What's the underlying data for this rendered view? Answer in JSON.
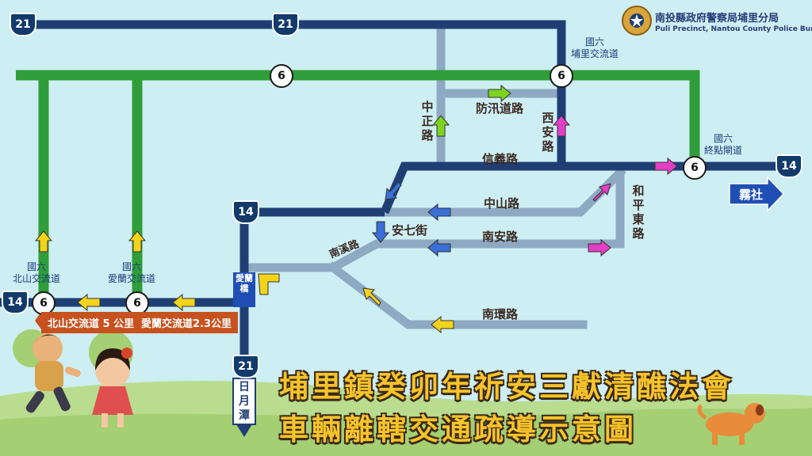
{
  "header": {
    "agency_name": "南投縣政府警察局埔里分局",
    "agency_name_en": "Puli Precinct, Nantou County Police Bureau"
  },
  "title": {
    "line1": "埔里鎮癸卯年祈安三獻清醮法會",
    "line2": "車輛離轄交通疏導示意圖"
  },
  "road_shields": {
    "r21_top_left": "21",
    "r21_top_mid": "21",
    "r14_left": "14",
    "r14_mid": "14",
    "r14_right": "14",
    "r21_bottom": "21"
  },
  "freeway_markers": {
    "f6_top_left": "6",
    "f6_top_right": "6",
    "f6_right": "6",
    "f6_beishan": "6",
    "f6_ailan": "6"
  },
  "interchanges": {
    "puli": "國六\n埔里交流道",
    "terminal": "國六\n終點閘道",
    "beishan": "國六\n北山交流道",
    "ailan": "國六\n愛蘭交流道"
  },
  "roads": {
    "fangxun": "防汛道路",
    "zhongzheng": "中正路",
    "xian": "西安路",
    "xinyi": "信義路",
    "zhongshan": "中山路",
    "anqi": "安七街",
    "nanan": "南安路",
    "heping_east": "和平東路",
    "nanxi": "南溪路",
    "nanhuan": "南環路",
    "ailan_bridge": "愛蘭橋",
    "sun_moon_lake": "日月潭"
  },
  "signs": {
    "wushe": "霧社",
    "beishan_dist": "北山交流道 5 公里",
    "ailan_dist": "愛蘭交流道2.3公里"
  },
  "colors": {
    "highway_navy": "#1f3f74",
    "freeway_green": "#2f9e3a",
    "local_road": "#8fa9c2",
    "arrow_magenta": "#e43ec6",
    "arrow_yellow": "#f4d31b",
    "arrow_blue": "#3a6fd8",
    "arrow_lime": "#7ed321"
  }
}
